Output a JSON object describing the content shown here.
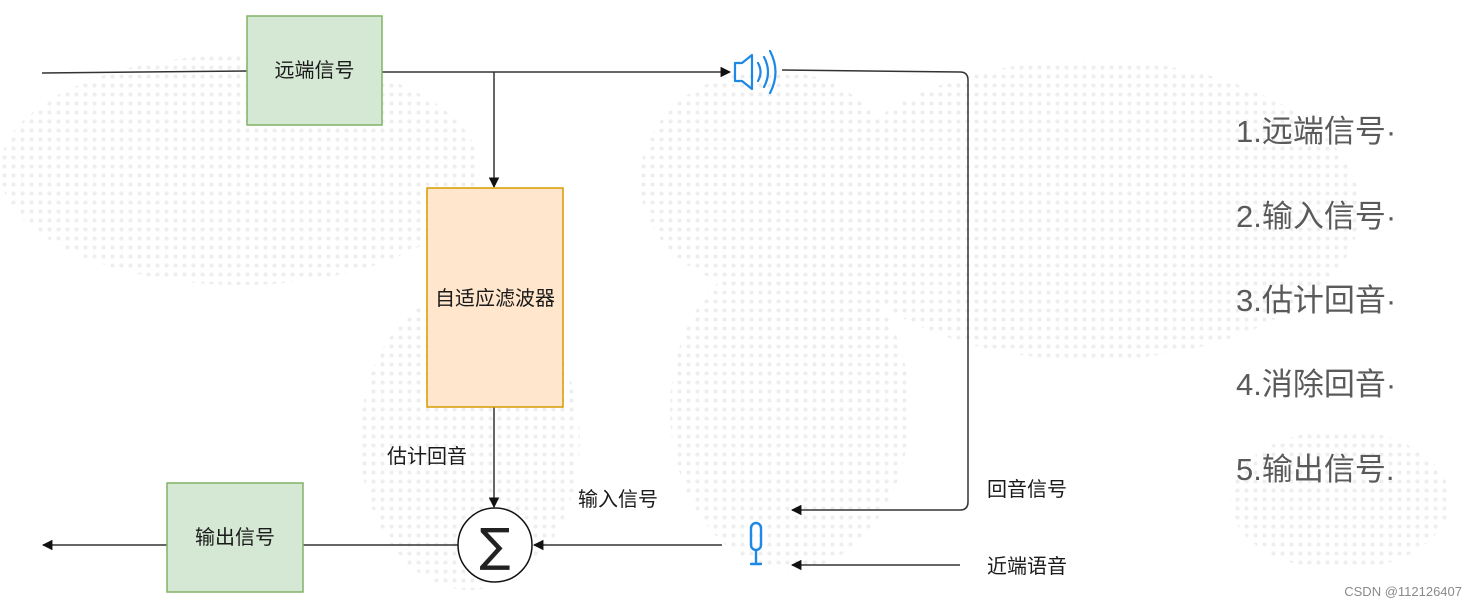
{
  "diagram": {
    "nodes": {
      "far_end": "远端信号",
      "adaptive_filter": "自适应滤波器",
      "output": "输出信号",
      "sum_symbol": "∑"
    },
    "edge_labels": {
      "estimated_echo": "估计回音",
      "input_signal": "输入信号",
      "echo_signal": "回音信号",
      "near_end_speech": "近端语音"
    },
    "icons": {
      "speaker": "speaker-icon",
      "microphone": "microphone-icon"
    }
  },
  "steps": [
    "1.远端信号·",
    "2.输入信号·",
    "3.估计回音·",
    "4.消除回音·",
    "5.输出信号."
  ],
  "watermark": "CSDN @112126407",
  "colors": {
    "signal_box_fill": "#d5e8d4",
    "signal_box_border": "#82b366",
    "filter_box_fill": "#ffe6cc",
    "filter_box_border": "#d79b00",
    "icon_blue": "#1e88e5",
    "line": "#333333",
    "step_text": "#5a5a5a"
  }
}
